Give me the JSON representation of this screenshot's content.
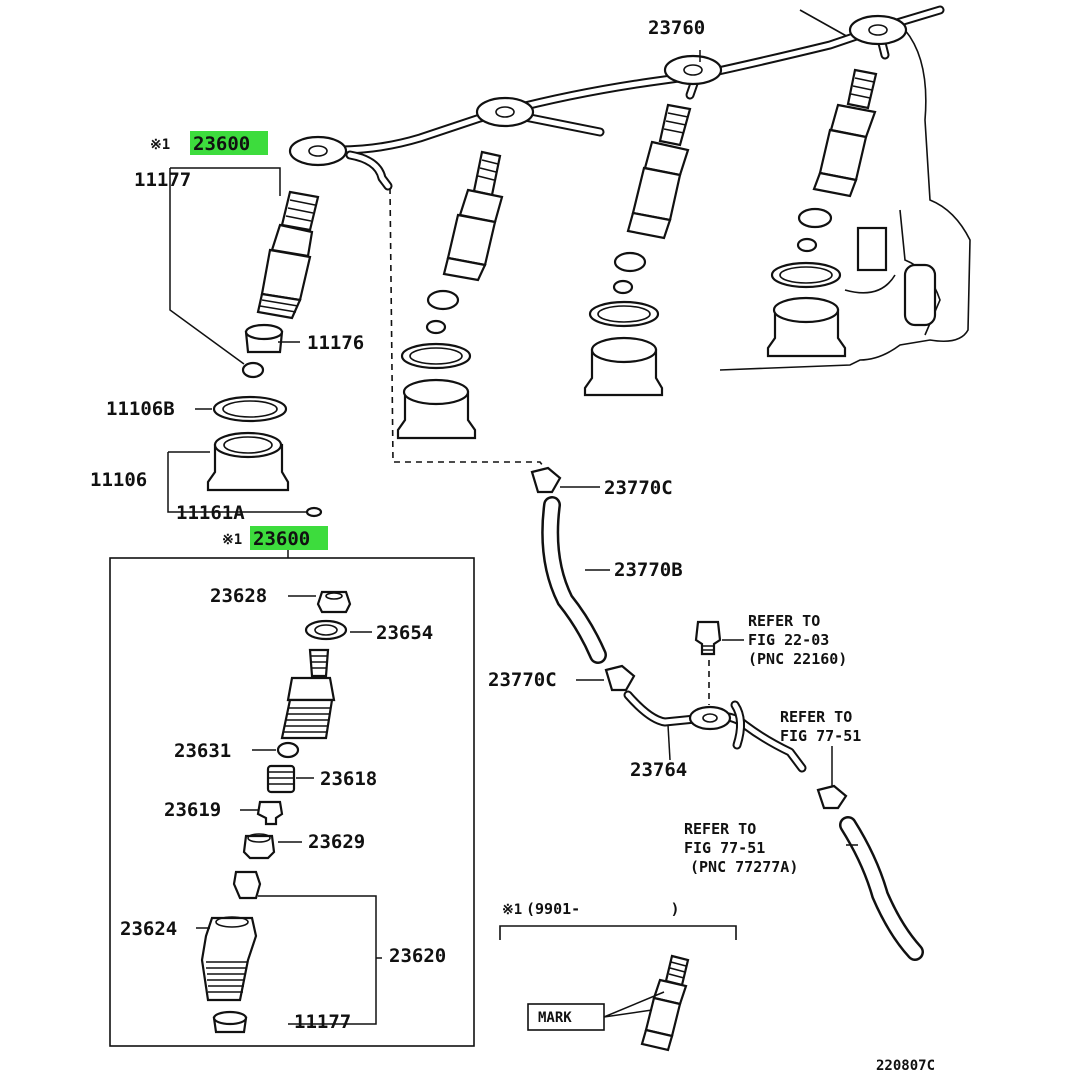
{
  "labels": {
    "l23760": "23760",
    "l23600_top": "23600",
    "l11177_top": "11177",
    "l11176": "11176",
    "l11106B": "11106B",
    "l11106": "11106",
    "l11161A": "11161A",
    "l23600_mid": "23600",
    "l23628": "23628",
    "l23654": "23654",
    "l23631": "23631",
    "l23618": "23618",
    "l23619": "23619",
    "l23629": "23629",
    "l23624": "23624",
    "l23620": "23620",
    "l11177_bot": "11177",
    "l23770C_a": "23770C",
    "l23770B": "23770B",
    "l23770C_b": "23770C",
    "l23764": "23764"
  },
  "markers": {
    "star1": "※1",
    "star1_variant": "※1",
    "variant_date": "(9901-          )",
    "mark": "MARK"
  },
  "refs": {
    "ref1_line1": "REFER TO",
    "ref1_line2": "FIG 22-03",
    "ref1_line3": "(PNC 22160)",
    "ref2_line1": "REFER TO",
    "ref2_line2": "FIG 77-51",
    "ref3_line1": "REFER TO",
    "ref3_line2": "FIG 77-51",
    "ref3_line3": "(PNC 77277A)"
  },
  "diagram_code": "220807C",
  "highlight_color": "#3ddc3d"
}
